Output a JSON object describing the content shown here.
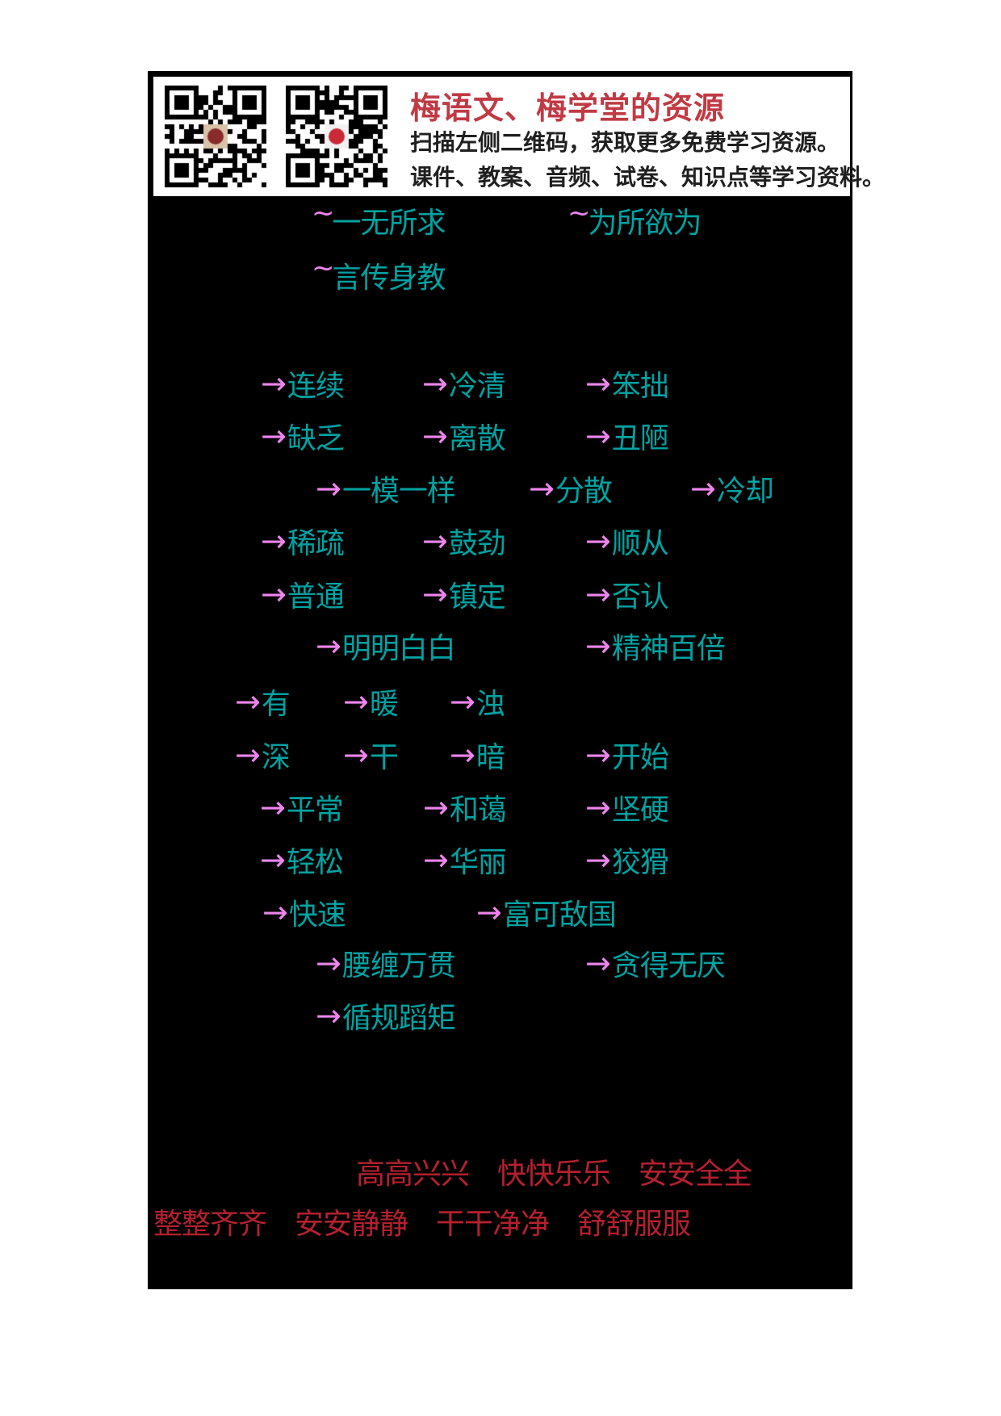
{
  "glyphs": {
    "arrow": "→",
    "tilde": "~"
  },
  "colors": {
    "page_background": "#000000",
    "word_teal": "#00a2a2",
    "arrow_pink": "#ee85ee",
    "banner_title_red": "#c03a44",
    "bottom_red": "#b5202f"
  },
  "header": {
    "qr_left_icon": "qr-code",
    "qr_right_icon": "qr-code",
    "title": "梅语文、梅学堂的资源",
    "line1": "扫描左侧二维码，获取更多免费学习资源。",
    "line2": "课件、教案、音频、试卷、知识点等学习资料。"
  },
  "tilde_items": [
    "一无所求",
    "为所欲为",
    "言传身教"
  ],
  "rows": [
    {
      "items": [
        "连续",
        "冷清",
        "笨拙"
      ]
    },
    {
      "items": [
        "缺乏",
        "离散",
        "丑陋"
      ]
    },
    {
      "items": [
        "一模一样",
        "分散",
        "冷却"
      ]
    },
    {
      "items": [
        "稀疏",
        "鼓劲",
        "顺从"
      ]
    },
    {
      "items": [
        "普通",
        "镇定",
        "否认"
      ]
    },
    {
      "items": [
        "明明白白",
        "精神百倍"
      ]
    },
    {
      "items": [
        "有",
        "暖",
        "浊"
      ]
    },
    {
      "items": [
        "深",
        "干",
        "暗",
        "开始"
      ]
    },
    {
      "items": [
        "平常",
        "和蔼",
        "坚硬"
      ]
    },
    {
      "items": [
        "轻松",
        "华丽",
        "狡猾"
      ]
    },
    {
      "items": [
        "快速",
        "富可敌国"
      ]
    },
    {
      "items": [
        "腰缠万贯",
        "贪得无厌"
      ]
    },
    {
      "items": [
        "循规蹈矩"
      ]
    }
  ],
  "red_lines": [
    "高高兴兴　快快乐乐　安安全全",
    "整整齐齐　安安静静　干干净净　舒舒服服"
  ]
}
